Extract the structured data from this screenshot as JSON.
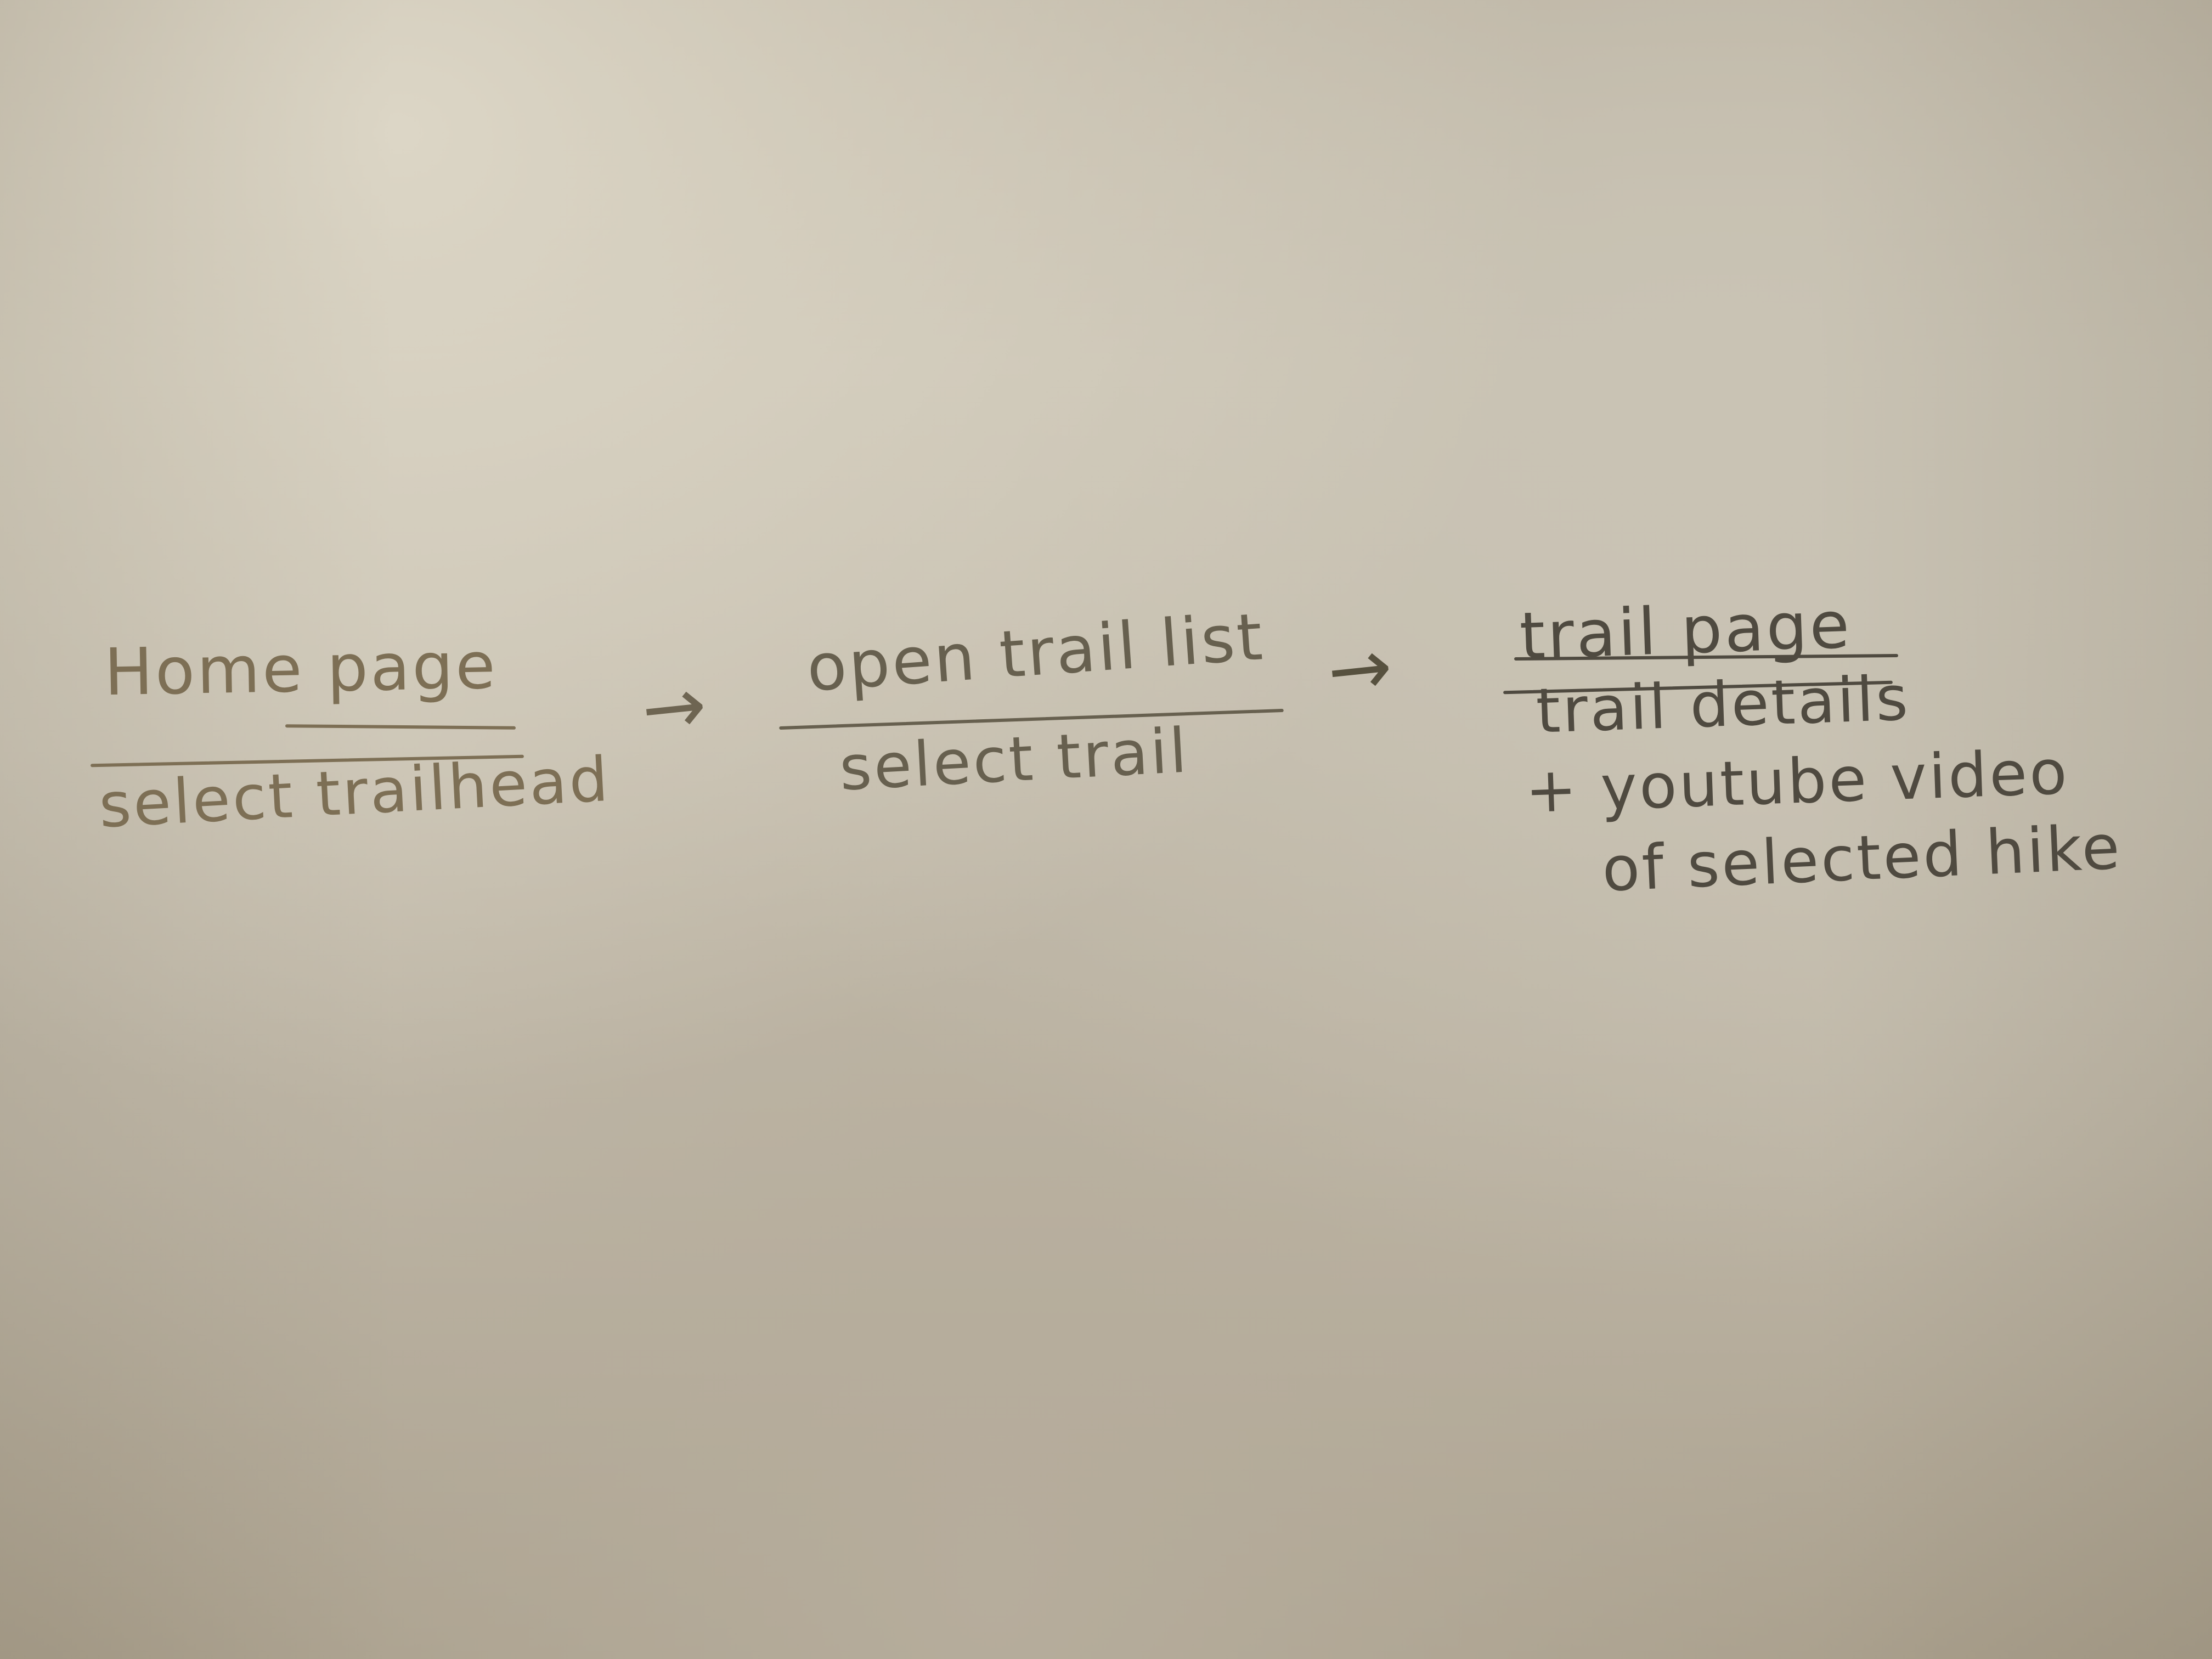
{
  "colors": {
    "ink_left": "#7d6f55",
    "ink_mid": "#67604f",
    "ink_right": "#4f4a40"
  },
  "diagram": {
    "nodes": [
      {
        "title": "Home page",
        "action": "select trailhead"
      },
      {
        "title": "open trail list",
        "action": "select trail"
      },
      {
        "title": "trail page",
        "action": "trail details",
        "extra_lines": [
          "+ youtube video",
          "of selected hike"
        ]
      }
    ],
    "arrows": [
      "→",
      "→"
    ]
  }
}
